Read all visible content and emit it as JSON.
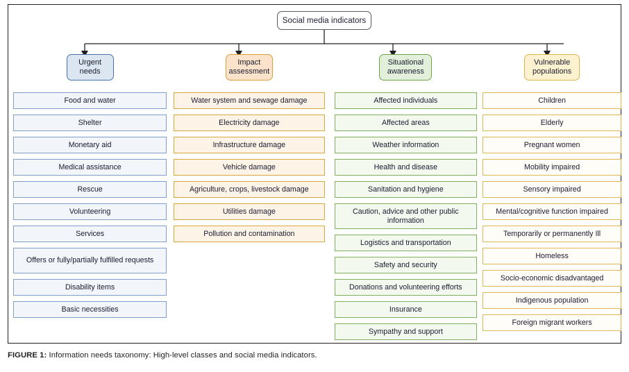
{
  "figure": {
    "root": {
      "label": "Social media indicators"
    },
    "caption_label": "FIGURE 1:",
    "caption_text": " Information needs taxonomy: High-level classes and social media indicators."
  },
  "colors": {
    "root_border": "#5a5a5a",
    "frame_border": "#231f20",
    "connector": "#231f20",
    "col0_header_fill": "#dce6f1",
    "col0_header_border": "#4573a7",
    "col0_item_fill": "#f2f5fa",
    "col0_item_border": "#7f9fc4",
    "col1_header_fill": "#fbe2ca",
    "col1_header_border": "#d9a03c",
    "col1_item_fill": "#fdf3e7",
    "col1_item_border": "#d9a83d",
    "col2_header_fill": "#e2efda",
    "col2_header_border": "#6fa04a",
    "col2_item_fill": "#f3f9ef",
    "col2_item_border": "#7fae5c",
    "col3_header_fill": "#fdf2cf",
    "col3_header_border": "#d9b54c",
    "col3_item_fill": "#fffdf7",
    "col3_item_border": "#dcb84f"
  },
  "columns": [
    {
      "id": "urgent-needs",
      "header": "Urgent needs",
      "items": [
        "Food and water",
        "Shelter",
        "Monetary aid",
        "Medical assistance",
        "Rescue",
        "Volunteering",
        "Services",
        "Offers or fully/partially fulfilled requests",
        "Disability items",
        "Basic necessities"
      ]
    },
    {
      "id": "impact-assessment",
      "header": "Impact assessment",
      "items": [
        "Water system and sewage damage",
        "Electricity damage",
        "Infrastructure damage",
        "Vehicle damage",
        "Agriculture, crops, livestock damage",
        "Utilities damage",
        "Pollution and contamination"
      ]
    },
    {
      "id": "situational-awareness",
      "header": "Situational awareness",
      "items": [
        "Affected individuals",
        "Affected areas",
        "Weather information",
        "Health and disease",
        "Sanitation and hygiene",
        "Caution, advice and other public information",
        "Logistics and transportation",
        "Safety and security",
        "Donations and volunteering efforts",
        "Insurance",
        "Sympathy and support"
      ]
    },
    {
      "id": "vulnerable-populations",
      "header": "Vulnerable populations",
      "items": [
        "Children",
        "Elderly",
        "Pregnant women",
        "Mobility impaired",
        "Sensory impaired",
        "Mental/cognitive function impaired",
        "Temporarily or permanently Ill",
        "Homeless",
        "Socio-economic disadvantaged",
        "Indigenous population",
        "Foreign migrant workers"
      ]
    }
  ]
}
